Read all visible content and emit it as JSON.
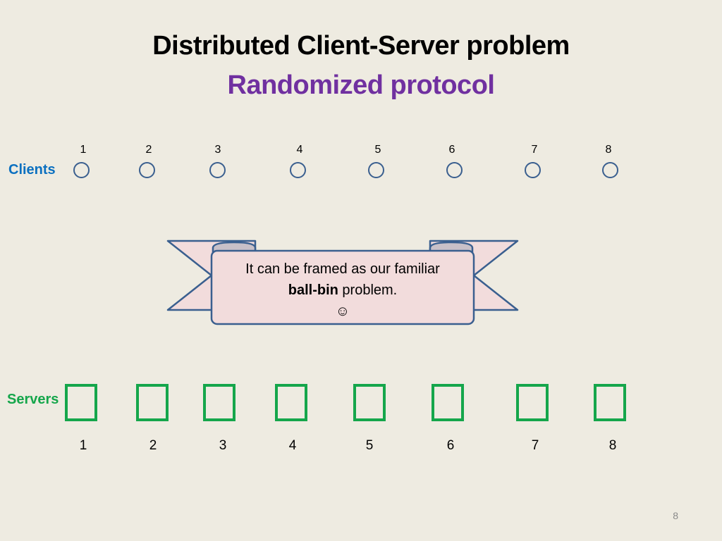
{
  "slide": {
    "title": "Distributed Client-Server problem",
    "subtitle": "Randomized protocol",
    "subtitle_color": "#7030a0",
    "page_number": "8"
  },
  "clients": {
    "label": "Clients",
    "label_color": "#0b70c0",
    "numbers": [
      "1",
      "2",
      "3",
      "4",
      "5",
      "6",
      "7",
      "8"
    ]
  },
  "servers": {
    "label": "Servers",
    "label_color": "#15a64b",
    "numbers": [
      "1",
      "2",
      "3",
      "4",
      "5",
      "6",
      "7",
      "8"
    ]
  },
  "banner": {
    "line1": "It can be framed as our familiar",
    "bold": "ball-bin",
    "line2_rest": " problem.",
    "emoji": "☺",
    "fill": "#f2dcdc",
    "stroke": "#3a5f8f"
  }
}
